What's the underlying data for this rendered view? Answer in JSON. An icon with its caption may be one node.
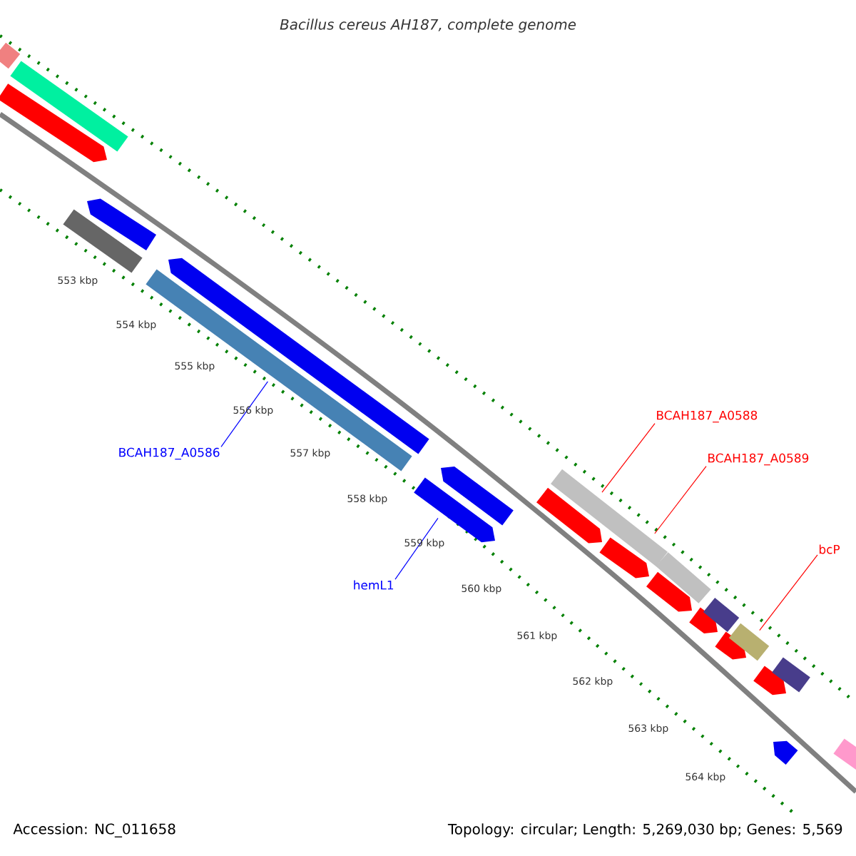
{
  "diagram": {
    "title": "Bacillus cereus AH187, complete genome",
    "nodes": [
      {
        "text": [
          "BCAH187_A0586"
        ]
      },
      {
        "text": [
          "hemL1"
        ]
      },
      {
        "text": [
          "BCAH187_A0588"
        ]
      },
      {
        "text": [
          "BCAH187_A0589"
        ]
      },
      {
        "text": [
          "bcP"
        ]
      },
      {
        "text": [],
        "shape": "bar"
      },
      {
        "text": [],
        "shape": "bar"
      },
      {
        "text": [],
        "shape": "bar"
      },
      {
        "text": [],
        "shape": "bar"
      }
    ],
    "edges": [
      {
        "from": 0,
        "to": 5,
        "arrow": "none",
        "color": "#0000ff"
      },
      {
        "from": 1,
        "to": 6,
        "arrow": "none",
        "color": "#0000ff"
      },
      {
        "from": 2,
        "to": 7,
        "arrow": "none"
      },
      {
        "from": 3,
        "to": 7,
        "arrow": "none"
      },
      {
        "from": 4,
        "to": 8,
        "arrow": "none"
      }
    ],
    "labels": [
      "553 kbp",
      "554 kbp",
      "555 kbp",
      "556 kbp",
      "557 kbp",
      "558 kbp",
      "559 kbp",
      "560 kbp",
      "561 kbp",
      "562 kbp",
      "563 kbp",
      "564 kbp",
      "Accession: NC_011658",
      "Topology: circular; Length: 5,269,030 bp; Genes: 5,569"
    ]
  }
}
